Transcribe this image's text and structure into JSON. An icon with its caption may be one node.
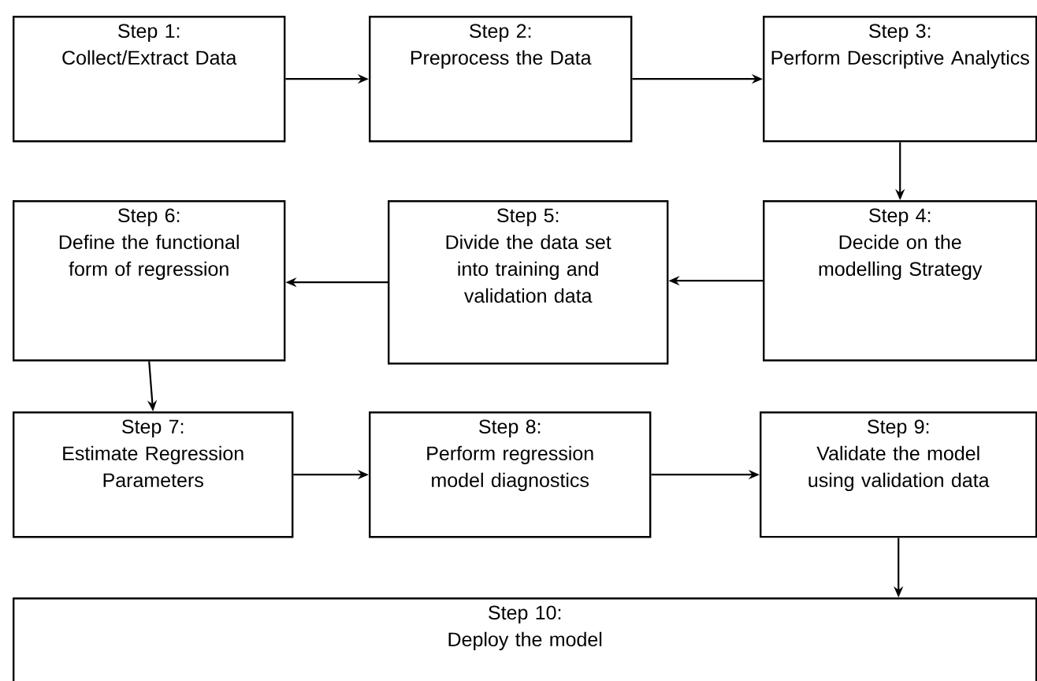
{
  "diagram": {
    "nodes": [
      {
        "text": [
          "Step 1:",
          "Collect/Extract Data"
        ]
      },
      {
        "text": [
          "Step 2:",
          "Preprocess the Data"
        ]
      },
      {
        "text": [
          "Step 3:",
          "Perform Descriptive Analytics"
        ]
      },
      {
        "text": [
          "Step 4:",
          "Decide on the modelling Strategy"
        ]
      },
      {
        "text": [
          "Step 5:",
          "Divide the data set into training and validation data"
        ]
      },
      {
        "text": [
          "Step 6:",
          "Define the functional form of regression"
        ]
      },
      {
        "text": [
          "Step 7:",
          "Estimate Regression Parameters"
        ]
      },
      {
        "text": [
          "Step 8:",
          "Perform regression model diagnostics"
        ]
      },
      {
        "text": [
          "Step 9:",
          "Validate the model using validation data"
        ]
      },
      {
        "text": [
          "Step 10:",
          "Deploy the model"
        ]
      }
    ],
    "edges": [
      {
        "from": 0,
        "to": 1,
        "arrow": "to"
      },
      {
        "from": 1,
        "to": 2,
        "arrow": "to"
      },
      {
        "from": 2,
        "to": 3,
        "arrow": "to"
      },
      {
        "from": 3,
        "to": 4,
        "arrow": "to"
      },
      {
        "from": 4,
        "to": 5,
        "arrow": "to"
      },
      {
        "from": 5,
        "to": 6,
        "arrow": "to"
      },
      {
        "from": 6,
        "to": 7,
        "arrow": "to"
      },
      {
        "from": 7,
        "to": 8,
        "arrow": "to"
      },
      {
        "from": 8,
        "to": 9,
        "arrow": "to"
      }
    ]
  }
}
